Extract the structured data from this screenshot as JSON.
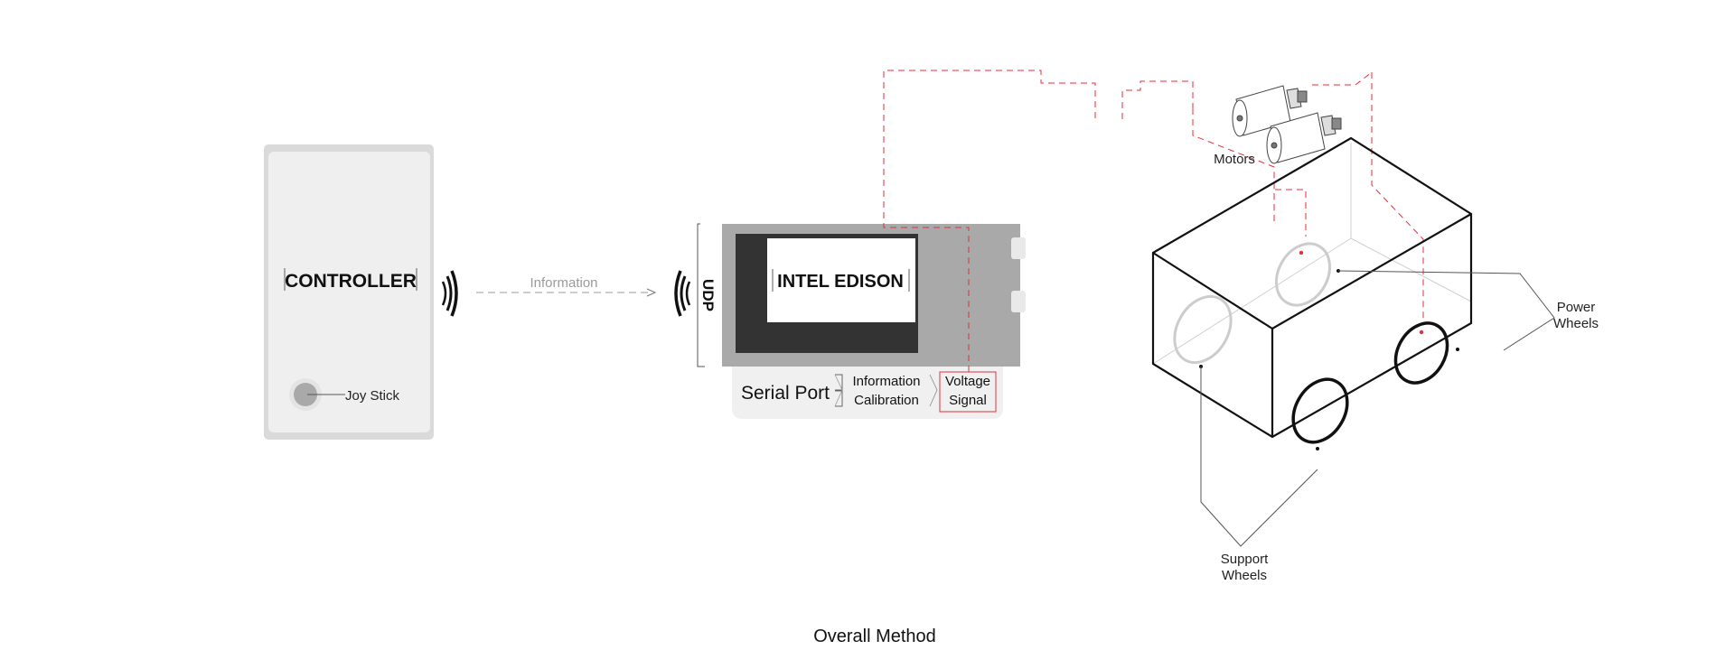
{
  "controller": {
    "title": "CONTROLLER",
    "joystick_label": "Joy Stick"
  },
  "link": {
    "label": "Information",
    "protocol": "UDP"
  },
  "board": {
    "title": "INTEL EDISON",
    "serial_port": "Serial Port",
    "info_line1": "Information",
    "info_line2": "Calibration",
    "voltage_line1": "Voltage",
    "voltage_line2": "Signal"
  },
  "vehicle": {
    "motors_label": "Motors",
    "power_wheels_line1": "Power",
    "power_wheels_line2": "Wheels",
    "support_wheels_line1": "Support",
    "support_wheels_line2": "Wheels"
  },
  "caption": "Overall Method",
  "colors": {
    "signal_red": "#e0323c",
    "board_gray": "#a9a9a9",
    "controller_fill": "#f0eff0",
    "controller_border": "#d4d4d4",
    "chip_dark": "#333333"
  }
}
